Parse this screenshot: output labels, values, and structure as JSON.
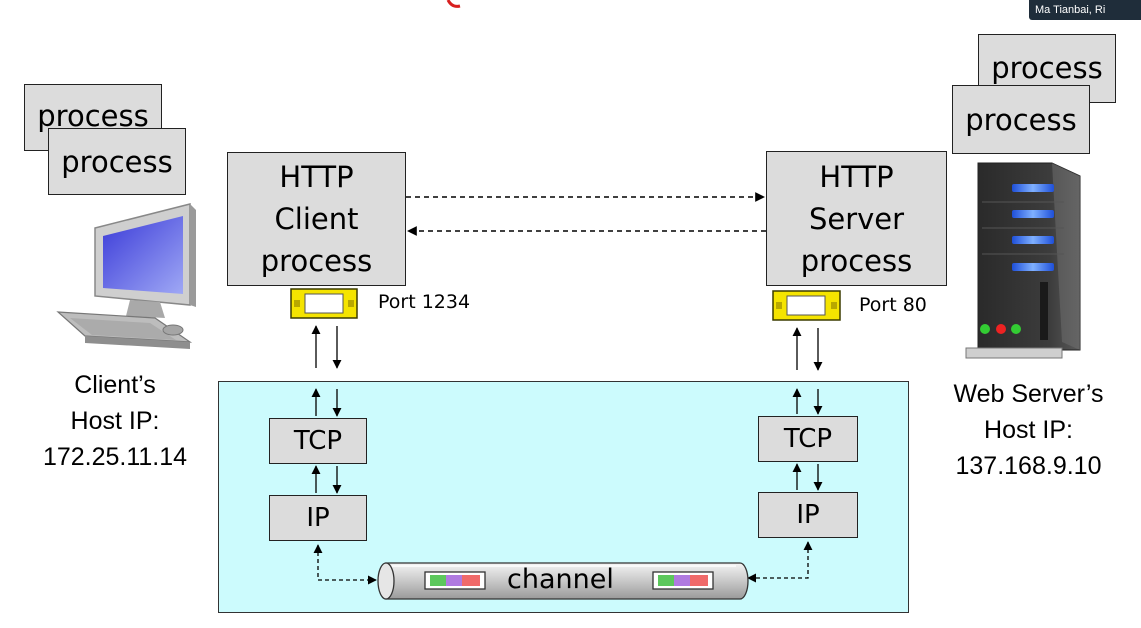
{
  "overlay": {
    "speaker_name": "Ma Tianbai, Ri"
  },
  "client": {
    "process_back": "process",
    "process_front": "process",
    "http_box": {
      "line1": "HTTP",
      "line2": "Client",
      "line3": "process"
    },
    "port_label": "Port 1234",
    "host_label": {
      "line1": "Client’s",
      "line2": "Host IP:",
      "line3": "172.25.11.14"
    },
    "tcp_label": "TCP",
    "ip_label": "IP"
  },
  "server": {
    "process_back": "process",
    "process_front": "process",
    "http_box": {
      "line1": "HTTP",
      "line2": "Server",
      "line3": "process"
    },
    "port_label": "Port 80",
    "host_label": {
      "line1": "Web Server’s",
      "line2": "Host IP:",
      "line3": "137.168.9.10"
    },
    "tcp_label": "TCP",
    "ip_label": "IP"
  },
  "network": {
    "channel_label": "channel",
    "background_color": "#ccfbfd",
    "packet_colors": [
      "#5cc85c",
      "#b07ae0",
      "#f06a6a"
    ]
  }
}
